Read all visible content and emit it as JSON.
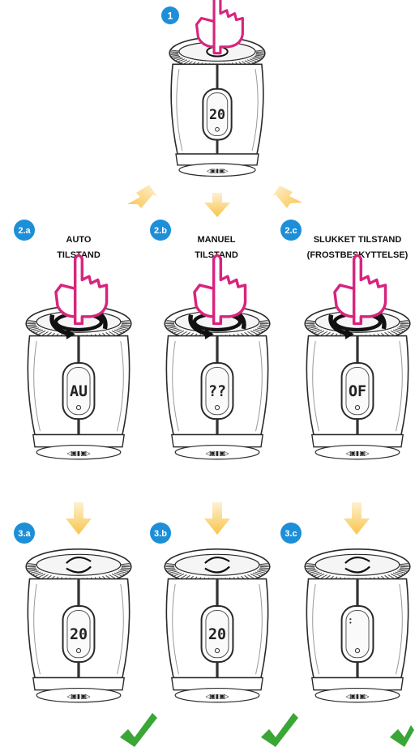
{
  "colors": {
    "badge": "#1c8fd8",
    "arrow": "#f9c54a",
    "hand": "#d8247d",
    "check": "#3aa635",
    "outline": "#2a2a2a"
  },
  "steps": {
    "step1": {
      "badge": "1",
      "display": "20"
    },
    "modes": [
      {
        "badge": "2.a",
        "line1": "AUTO",
        "line2": "TILSTAND",
        "display": "AU"
      },
      {
        "badge": "2.b",
        "line1": "MANUEL",
        "line2": "TILSTAND",
        "display": "??"
      },
      {
        "badge": "2.c",
        "line1": "SLUKKET TILSTAND",
        "line2": "(FROSTBESKYTTELSE)",
        "display": "OF"
      }
    ],
    "results": [
      {
        "badge": "3.a",
        "display": "20"
      },
      {
        "badge": "3.b",
        "display": "20"
      },
      {
        "badge": "3.c",
        "display": ""
      }
    ]
  },
  "icons": {
    "hand": "pressing-hand-icon",
    "rotate": "rotate-arrows-icon",
    "swirl": "swirl-button-icon",
    "arrow": "down-arrow-icon",
    "check": "checkmark-icon"
  }
}
